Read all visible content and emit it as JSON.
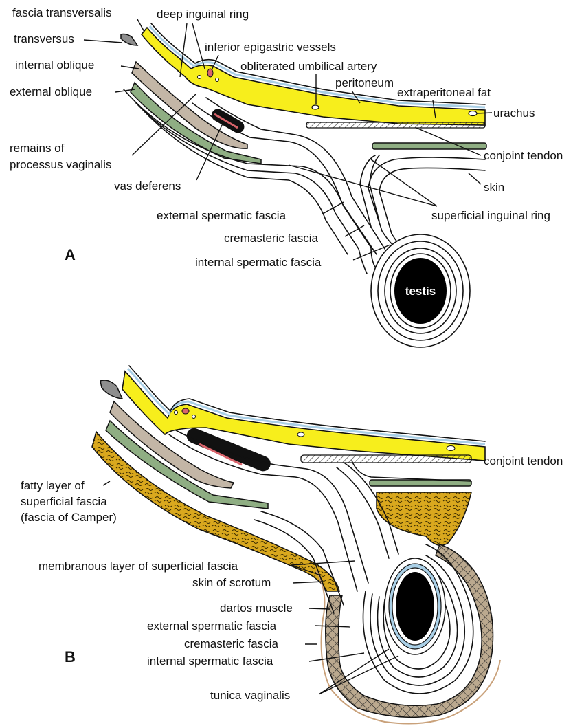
{
  "panel_a": {
    "letter": "A",
    "labels": {
      "fascia_transversalis": "fascia transversalis",
      "deep_inguinal_ring": "deep inguinal ring",
      "transversus": "transversus",
      "inferior_epigastric_vessels": "inferior epigastric vessels",
      "internal_oblique": "internal oblique",
      "obliterated_umbilical_artery": "obliterated umbilical artery",
      "peritoneum": "peritoneum",
      "external_oblique": "external oblique",
      "extraperitoneal_fat": "extraperitoneal fat",
      "urachus": "urachus",
      "remains_of": "remains of",
      "processus_vaginalis": "processus  vaginalis",
      "conjoint_tendon": "conjoint tendon",
      "vas_deferens": "vas deferens",
      "skin": "skin",
      "external_spermatic_fascia": "external spermatic fascia",
      "superficial_inguinal_ring": "superficial inguinal ring",
      "cremasteric_fascia": "cremasteric fascia",
      "internal_spermatic_fascia": "internal spermatic fascia",
      "testis": "testis"
    }
  },
  "panel_b": {
    "letter": "B",
    "labels": {
      "conjoint_tendon": "conjoint tendon",
      "fatty_layer_line1": "fatty layer of",
      "fatty_layer_line2": "superficial fascia",
      "fatty_layer_line3": "(fascia of Camper)",
      "membranous_layer": "membranous layer of superficial fascia",
      "skin_of_scrotum": "skin of scrotum",
      "dartos_muscle": "dartos muscle",
      "external_spermatic_fascia": "external spermatic fascia",
      "cremasteric_fascia": "cremasteric fascia",
      "internal_spermatic_fascia": "internal spermatic fascia",
      "tunica_vaginalis": "tunica vaginalis"
    }
  },
  "colors": {
    "extraperitoneal_fat": "#f7ee1c",
    "peritoneum": "#a9cfe6",
    "internal_oblique": "#c3b6a6",
    "external_oblique": "#8fae83",
    "transversus": "#8e8e8e",
    "camper_fascia": "#d9a81e",
    "vas_deferens": "#111111",
    "vessel": "#d9646b",
    "testis": "#000000",
    "dartos": "#bba98f"
  }
}
